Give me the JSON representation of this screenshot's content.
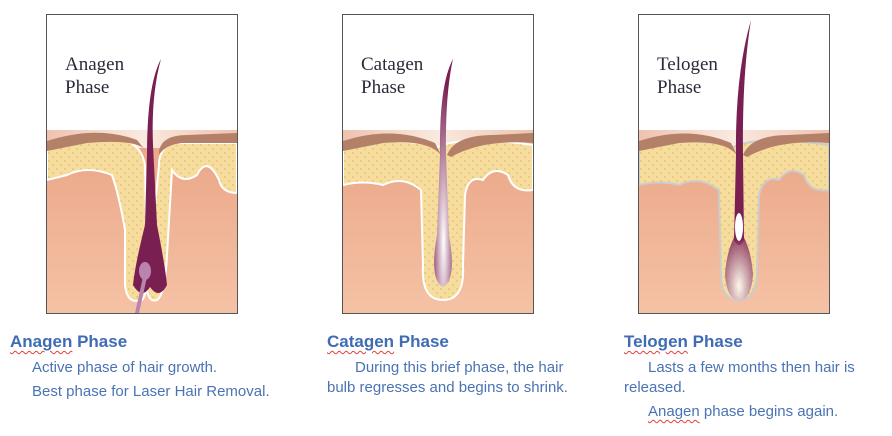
{
  "panels": [
    {
      "label_line1": "Anagen",
      "label_line2": "Phase"
    },
    {
      "label_line1": "Catagen",
      "label_line2": "Phase"
    },
    {
      "label_line1": "Telogen",
      "label_line2": "Phase"
    }
  ],
  "captions": [
    {
      "title_word": "Anagen",
      "title_rest": " Phase",
      "lines": [
        "Active phase of hair growth.",
        "Best phase for Laser Hair Removal."
      ]
    },
    {
      "title_word": "Catagen",
      "title_rest": " Phase",
      "lines": [
        "During this brief phase, the hair bulb regresses and begins to shrink."
      ]
    },
    {
      "title_word": "Telogen",
      "title_rest": " Phase",
      "lines": [
        "Lasts a few months then hair is released.",
        "phase begins again."
      ],
      "line2_word": "Anagen"
    }
  ],
  "colors": {
    "hair": "#7a1f52",
    "dermis": "#e8a88a",
    "fat": "#f5dc9c",
    "epidermis": "#b58068",
    "text": "#4a73b4"
  }
}
